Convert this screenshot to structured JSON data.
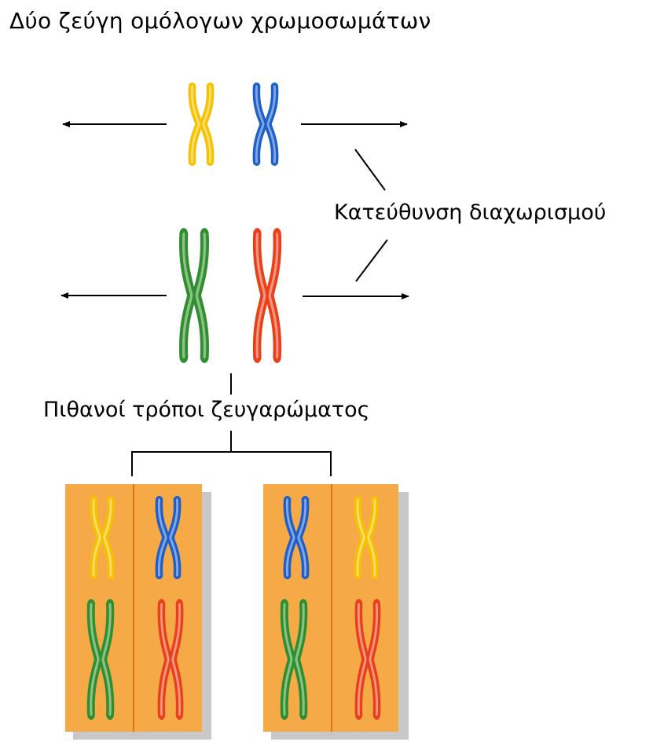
{
  "title": "Δύο ζεύγη ομόλογων χρωμοσωμάτων",
  "separation_label": "Κατεύθυνση διαχωρισμού",
  "pairing_label": "Πιθανοί τρόποι ζευγαρώματος",
  "colors": {
    "yellow": "#f6c200",
    "blue": "#1f5fc8",
    "green": "#2f8f2f",
    "red": "#e8401a",
    "panel": "#f5a947",
    "panel_shadow": "#c8c8c8",
    "panel_divider": "#d97812"
  },
  "icons": [
    "arrow-left-icon",
    "arrow-right-icon",
    "chromosome-icon"
  ]
}
